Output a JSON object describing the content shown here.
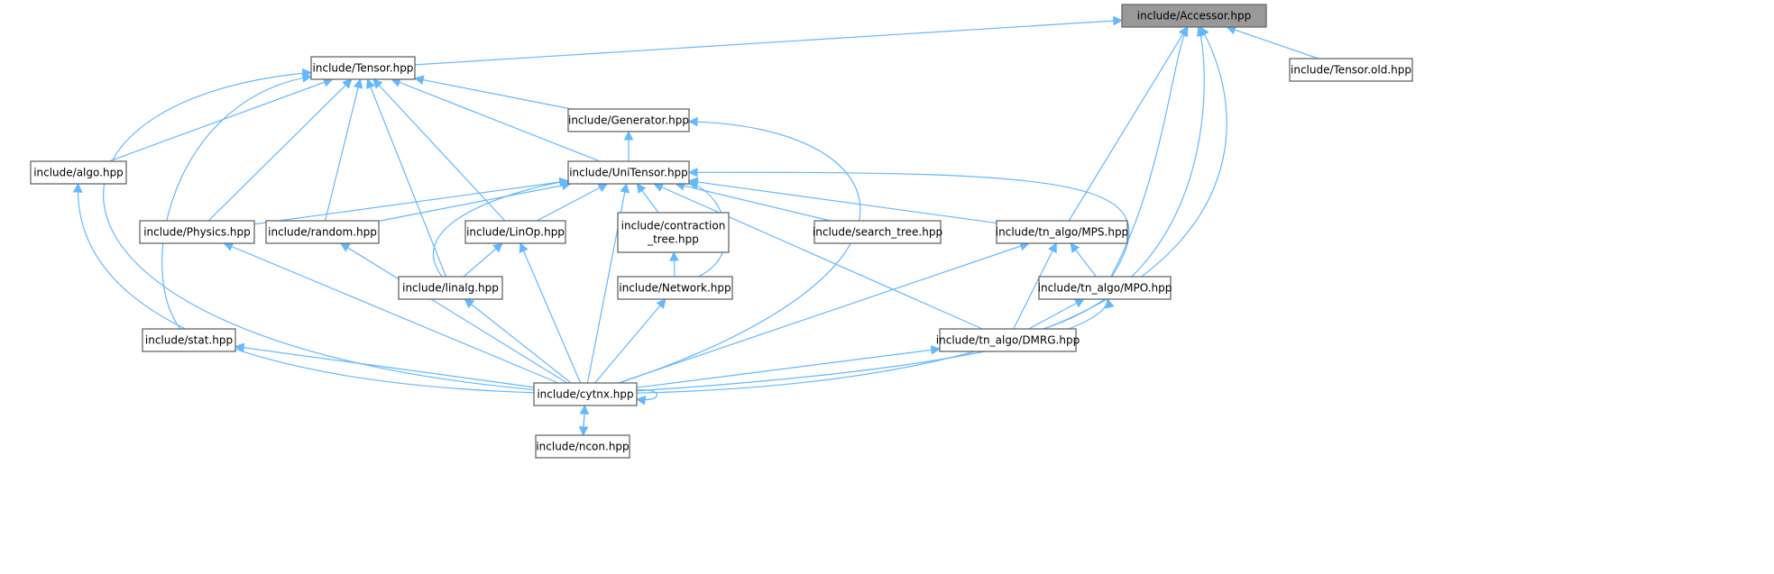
{
  "graph": {
    "root": "accessor",
    "edge_color": "#63b8ff",
    "root_fill": "#999999",
    "nodes": {
      "accessor": {
        "label": [
          "include/Accessor.hpp"
        ]
      },
      "tensor": {
        "label": [
          "include/Tensor.hpp"
        ]
      },
      "tensor_old": {
        "label": [
          "include/Tensor.old.hpp"
        ]
      },
      "generator": {
        "label": [
          "include/Generator.hpp"
        ]
      },
      "algo": {
        "label": [
          "include/algo.hpp"
        ]
      },
      "unitensor": {
        "label": [
          "include/UniTensor.hpp"
        ]
      },
      "physics": {
        "label": [
          "include/Physics.hpp"
        ]
      },
      "random": {
        "label": [
          "include/random.hpp"
        ]
      },
      "linop": {
        "label": [
          "include/LinOp.hpp"
        ]
      },
      "contraction_tree": {
        "label": [
          "include/contraction",
          "_tree.hpp"
        ]
      },
      "search_tree": {
        "label": [
          "include/search_tree.hpp"
        ]
      },
      "mps": {
        "label": [
          "include/tn_algo/MPS.hpp"
        ]
      },
      "linalg": {
        "label": [
          "include/linalg.hpp"
        ]
      },
      "network": {
        "label": [
          "include/Network.hpp"
        ]
      },
      "mpo": {
        "label": [
          "include/tn_algo/MPO.hpp"
        ]
      },
      "stat": {
        "label": [
          "include/stat.hpp"
        ]
      },
      "dmrg": {
        "label": [
          "include/tn_algo/DMRG.hpp"
        ]
      },
      "cytnx": {
        "label": [
          "include/cytnx.hpp"
        ]
      },
      "ncon": {
        "label": [
          "include/ncon.hpp"
        ]
      }
    },
    "edges": [
      [
        "tensor",
        "accessor"
      ],
      [
        "tensor_old",
        "accessor"
      ],
      [
        "mps",
        "accessor"
      ],
      [
        "mpo",
        "accessor"
      ],
      [
        "dmrg",
        "accessor"
      ],
      [
        "cytnx",
        "accessor"
      ],
      [
        "algo",
        "tensor"
      ],
      [
        "stat",
        "tensor"
      ],
      [
        "physics",
        "tensor"
      ],
      [
        "random",
        "tensor"
      ],
      [
        "linalg",
        "tensor"
      ],
      [
        "linop",
        "tensor"
      ],
      [
        "unitensor",
        "tensor"
      ],
      [
        "generator",
        "tensor"
      ],
      [
        "cytnx",
        "tensor"
      ],
      [
        "unitensor",
        "generator"
      ],
      [
        "cytnx",
        "generator"
      ],
      [
        "physics",
        "unitensor"
      ],
      [
        "random",
        "unitensor"
      ],
      [
        "linalg",
        "unitensor"
      ],
      [
        "linop",
        "unitensor"
      ],
      [
        "contraction_tree",
        "unitensor"
      ],
      [
        "search_tree",
        "unitensor"
      ],
      [
        "mps",
        "unitensor"
      ],
      [
        "mpo",
        "unitensor"
      ],
      [
        "dmrg",
        "unitensor"
      ],
      [
        "network",
        "unitensor"
      ],
      [
        "cytnx",
        "unitensor"
      ],
      [
        "cytnx",
        "algo"
      ],
      [
        "cytnx",
        "physics"
      ],
      [
        "cytnx",
        "random"
      ],
      [
        "cytnx",
        "linalg"
      ],
      [
        "cytnx",
        "linop"
      ],
      [
        "cytnx",
        "network"
      ],
      [
        "cytnx",
        "stat"
      ],
      [
        "cytnx",
        "mps"
      ],
      [
        "cytnx",
        "dmrg"
      ],
      [
        "cytnx",
        "mpo"
      ],
      [
        "linalg",
        "linop"
      ],
      [
        "network",
        "contraction_tree"
      ],
      [
        "mpo",
        "mps"
      ],
      [
        "dmrg",
        "mps"
      ],
      [
        "dmrg",
        "mpo"
      ],
      [
        "cytnx",
        "cytnx"
      ],
      [
        "ncon",
        "cytnx"
      ],
      [
        "cytnx",
        "ncon"
      ]
    ]
  }
}
